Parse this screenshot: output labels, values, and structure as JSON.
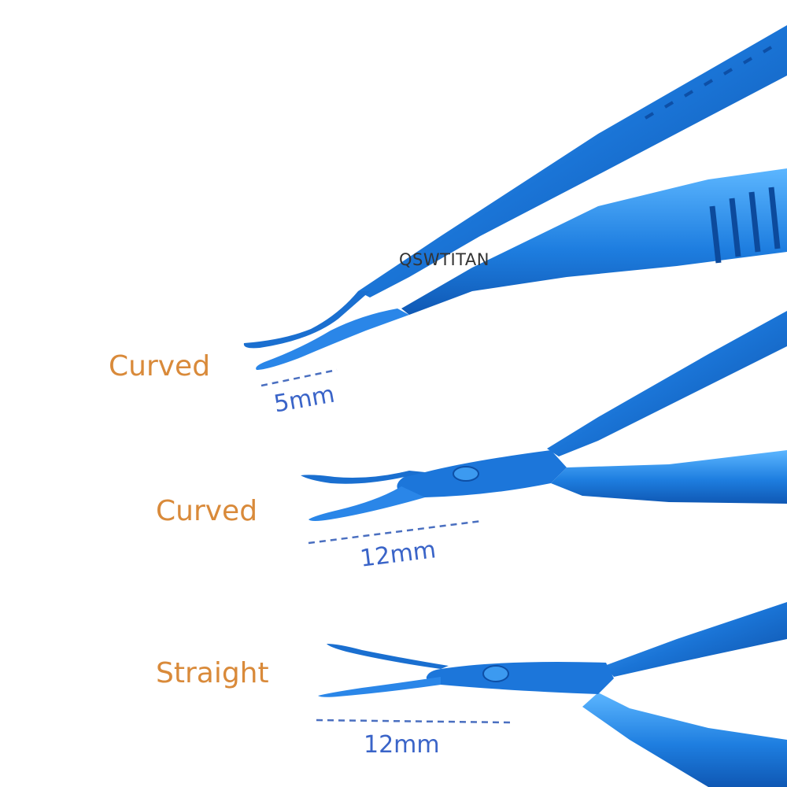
{
  "watermark": "QSWTITAN",
  "instruments": [
    {
      "tip_label": "Curved",
      "measurement": "5mm"
    },
    {
      "tip_label": "Curved",
      "measurement": "12mm"
    },
    {
      "tip_label": "Straight",
      "measurement": "12mm"
    }
  ],
  "colors": {
    "tip_label": "#d98a3a",
    "measurement": "#3a64c8",
    "instrument_blue": "#1f78d8",
    "dash_line": "#4a6fc0"
  }
}
